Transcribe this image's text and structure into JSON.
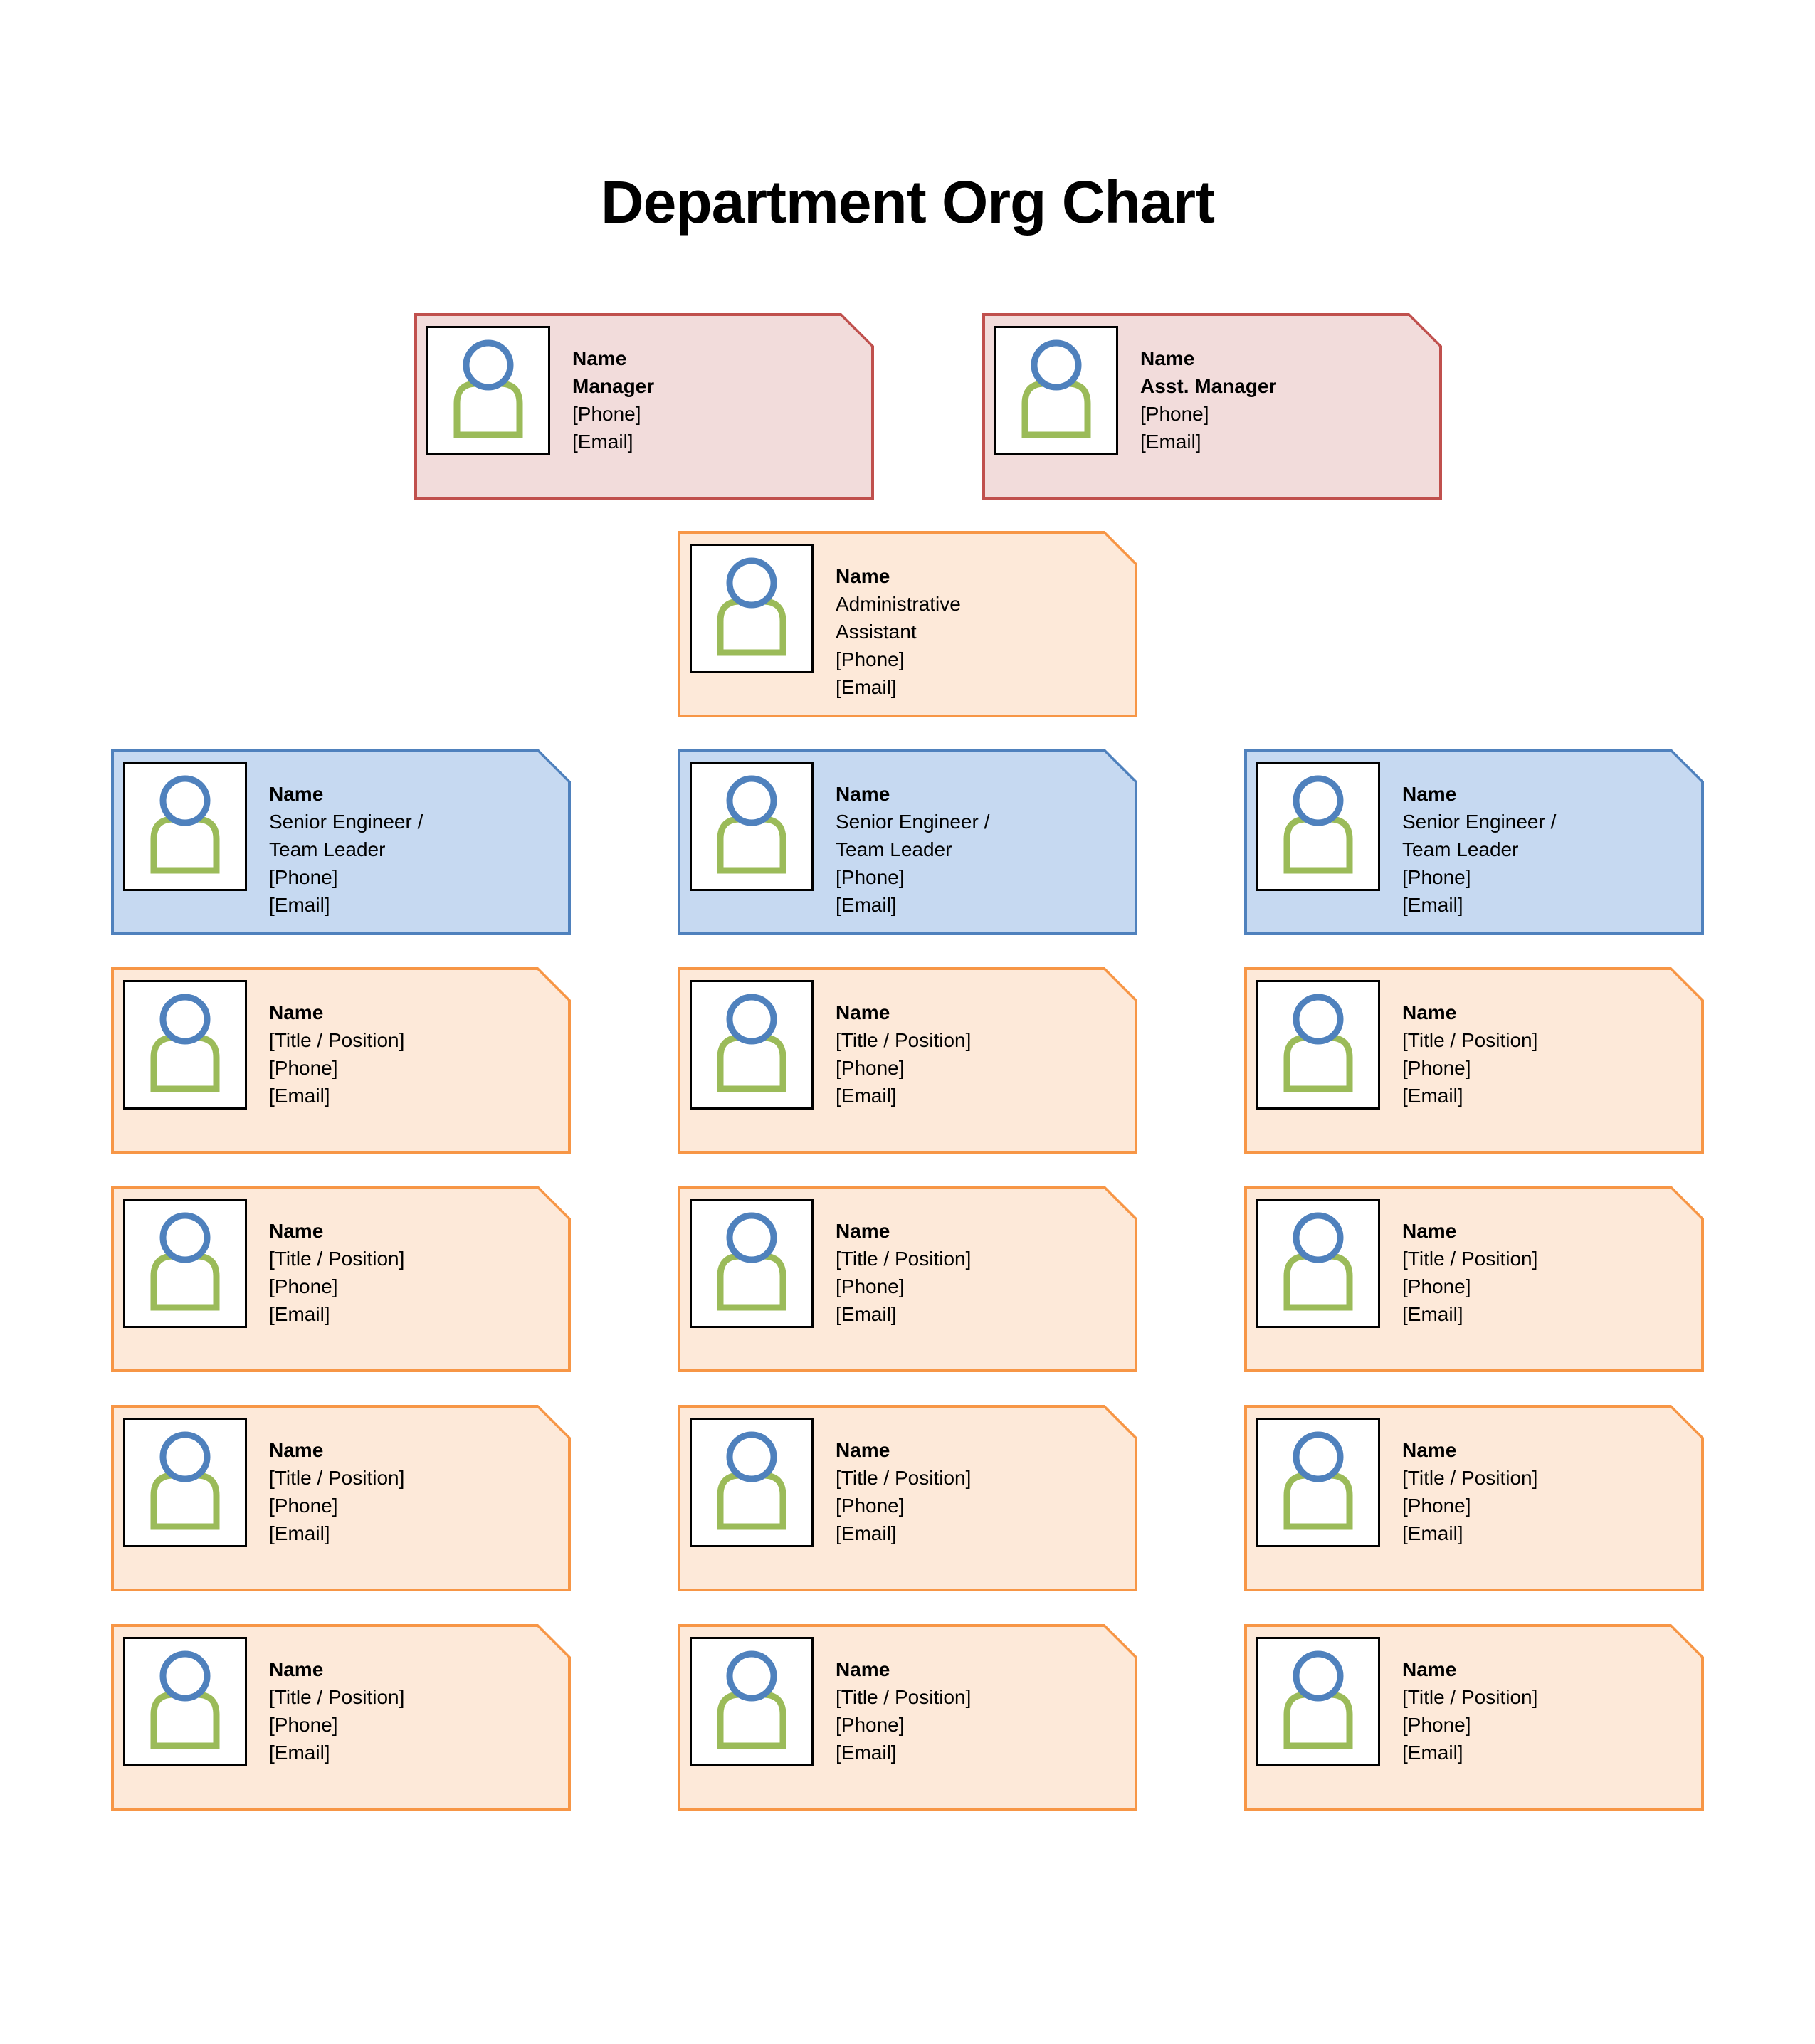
{
  "page": {
    "title": "Department Org Chart"
  },
  "colors": {
    "page_background": "#ffffff",
    "title_text": "#000000",
    "card_text": "#000000",
    "manager_fill": "#f2dcdb",
    "manager_border": "#c0504d",
    "team_lead_fill": "#c6d9f1",
    "team_lead_border": "#4f81bd",
    "member_fill": "#fde9d9",
    "member_border": "#f79646",
    "photo_box_fill": "#ffffff",
    "photo_box_border": "#000000",
    "icon_head_stroke": "#4f81bd",
    "icon_body_stroke": "#9bbb59"
  },
  "icon": {
    "name": "person-silhouette-icon"
  },
  "cards": [
    {
      "role_type": "manager",
      "name": "Name",
      "role_lines": [
        "Manager"
      ],
      "phone": "[Phone]",
      "email": "[Email]"
    },
    {
      "role_type": "asst_manager",
      "name": "Name",
      "role_lines": [
        "Asst. Manager"
      ],
      "phone": "[Phone]",
      "email": "[Email]"
    },
    {
      "role_type": "admin_assistant",
      "name": "Name",
      "role_lines": [
        "Administrative",
        "Assistant"
      ],
      "phone": "[Phone]",
      "email": "[Email]"
    },
    {
      "role_type": "team_lead",
      "name": "Name",
      "role_lines": [
        "Senior Engineer /",
        "Team Leader"
      ],
      "phone": "[Phone]",
      "email": "[Email]"
    },
    {
      "role_type": "team_lead",
      "name": "Name",
      "role_lines": [
        "Senior Engineer /",
        "Team Leader"
      ],
      "phone": "[Phone]",
      "email": "[Email]"
    },
    {
      "role_type": "team_lead",
      "name": "Name",
      "role_lines": [
        "Senior Engineer /",
        "Team Leader"
      ],
      "phone": "[Phone]",
      "email": "[Email]"
    },
    {
      "role_type": "team_member",
      "name": "Name",
      "role_lines": [
        "[Title / Position]"
      ],
      "phone": "[Phone]",
      "email": "[Email]"
    },
    {
      "role_type": "team_member",
      "name": "Name",
      "role_lines": [
        "[Title / Position]"
      ],
      "phone": "[Phone]",
      "email": "[Email]"
    },
    {
      "role_type": "team_member",
      "name": "Name",
      "role_lines": [
        "[Title / Position]"
      ],
      "phone": "[Phone]",
      "email": "[Email]"
    },
    {
      "role_type": "team_member",
      "name": "Name",
      "role_lines": [
        "[Title / Position]"
      ],
      "phone": "[Phone]",
      "email": "[Email]"
    },
    {
      "role_type": "team_member",
      "name": "Name",
      "role_lines": [
        "[Title / Position]"
      ],
      "phone": "[Phone]",
      "email": "[Email]"
    },
    {
      "role_type": "team_member",
      "name": "Name",
      "role_lines": [
        "[Title / Position]"
      ],
      "phone": "[Phone]",
      "email": "[Email]"
    },
    {
      "role_type": "team_member",
      "name": "Name",
      "role_lines": [
        "[Title / Position]"
      ],
      "phone": "[Phone]",
      "email": "[Email]"
    },
    {
      "role_type": "team_member",
      "name": "Name",
      "role_lines": [
        "[Title / Position]"
      ],
      "phone": "[Phone]",
      "email": "[Email]"
    },
    {
      "role_type": "team_member",
      "name": "Name",
      "role_lines": [
        "[Title / Position]"
      ],
      "phone": "[Phone]",
      "email": "[Email]"
    },
    {
      "role_type": "team_member",
      "name": "Name",
      "role_lines": [
        "[Title / Position]"
      ],
      "phone": "[Phone]",
      "email": "[Email]"
    },
    {
      "role_type": "team_member",
      "name": "Name",
      "role_lines": [
        "[Title / Position]"
      ],
      "phone": "[Phone]",
      "email": "[Email]"
    },
    {
      "role_type": "team_member",
      "name": "Name",
      "role_lines": [
        "[Title / Position]"
      ],
      "phone": "[Phone]",
      "email": "[Email]"
    }
  ]
}
